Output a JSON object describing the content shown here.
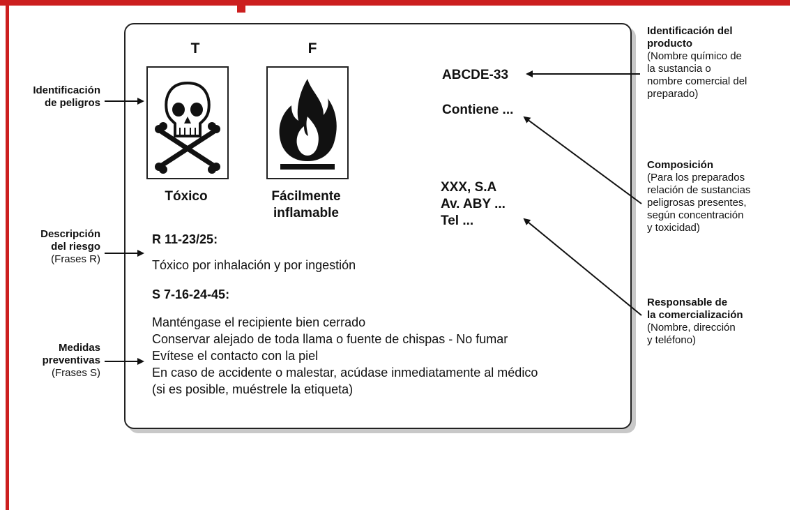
{
  "pictograms": [
    {
      "letter": "T",
      "name": "Tóxico",
      "icon": "skull-crossbones-icon"
    },
    {
      "letter": "F",
      "name_lines": [
        "Fácilmente",
        "inflamable"
      ],
      "icon": "flame-icon"
    }
  ],
  "product": {
    "code": "ABCDE-33",
    "contains": "Contiene ..."
  },
  "responsible_block": [
    "XXX, S.A",
    "Av. ABY ...",
    "Tel ..."
  ],
  "risk": {
    "code": "R 11-23/25:",
    "text": "Tóxico por inhalación y por ingestión"
  },
  "safety": {
    "code": "S 7-16-24-45:",
    "lines": [
      "Manténgase el recipiente bien cerrado",
      "Conservar alejado de toda llama o fuente de chispas  -  No fumar",
      "Evítese el contacto con la piel",
      "En caso de accidente o malestar, acúdase inmediatamente al médico",
      "(si es posible, muéstrele la etiqueta)"
    ]
  },
  "callouts_left": {
    "hazards": [
      "Identificación",
      "de peligros"
    ],
    "risk_title": [
      "Descripción",
      "del riesgo"
    ],
    "risk_sub": "(Frases R)",
    "measures_title": [
      "Medidas",
      "preventivas"
    ],
    "measures_sub": "(Frases S)"
  },
  "callouts_right": {
    "product_title": [
      "Identificación del",
      "producto"
    ],
    "product_sub": [
      "(Nombre químico de",
      "la sustancia o",
      "nombre comercial del",
      "preparado)"
    ],
    "composition_title": "Composición",
    "composition_sub": [
      "(Para los preparados",
      "relación de sustancias",
      "peligrosas presentes,",
      "según concentración",
      "y toxicidad)"
    ],
    "responsible_title": [
      "Responsable de",
      "la comercialización"
    ],
    "responsible_sub": [
      "(Nombre, dirección",
      "y teléfono)"
    ]
  },
  "colors": {
    "frame": "#cc1f1f",
    "ink": "#111111",
    "shadow": "#c8c8c8"
  }
}
